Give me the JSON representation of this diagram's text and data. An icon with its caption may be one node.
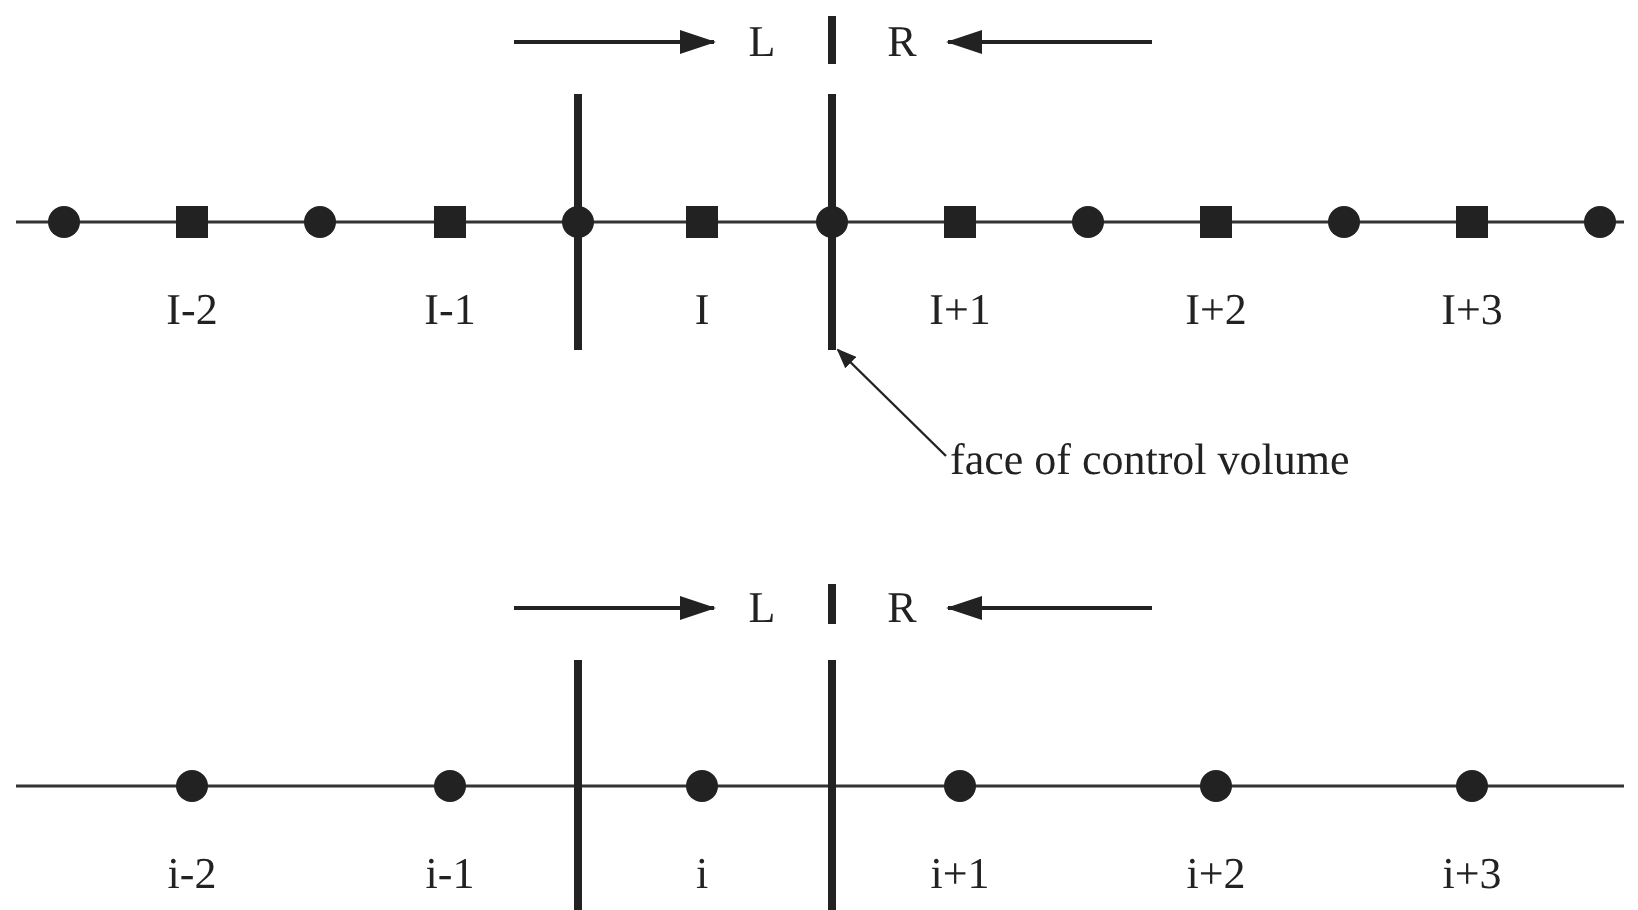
{
  "diagram": {
    "nodes": [
      {
        "text": [
          "face of control volume"
        ]
      },
      {
        "text": [],
        "shape": "bar"
      }
    ],
    "edges": [
      {
        "from": 0,
        "to": 1,
        "arrow": "to"
      }
    ],
    "labels": [
      "L",
      "R",
      "I-2",
      "I-1",
      "I",
      "I+1",
      "I+2",
      "I+3",
      "L",
      "R",
      "i-2",
      "i-1",
      "i",
      "i+1",
      "i+2",
      "i+3"
    ]
  }
}
